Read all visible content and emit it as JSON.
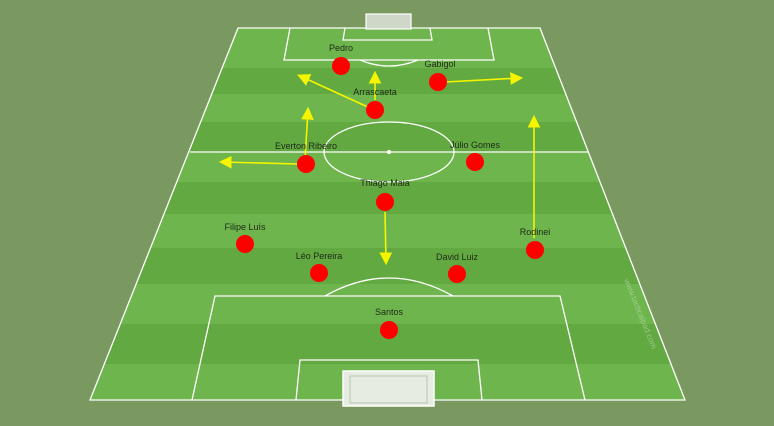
{
  "colors": {
    "background": "#7a9960",
    "pitch_dark": "#5fa83e",
    "pitch_light": "#72b852",
    "lines": "#ffffff",
    "player": "#ff0000",
    "arrow": "#f5f500",
    "label": "#1f2a18"
  },
  "players": [
    {
      "id": "pedro",
      "name": "Pedro"
    },
    {
      "id": "gabigol",
      "name": "Gabigol"
    },
    {
      "id": "arrascaeta",
      "name": "Arrascaeta"
    },
    {
      "id": "everton-ribeiro",
      "name": "Everton Ribeiro"
    },
    {
      "id": "julio-gomes",
      "name": "Júlio Gomes"
    },
    {
      "id": "thiago-maia",
      "name": "Thiago Maia"
    },
    {
      "id": "filipe-luis",
      "name": "Filipe Luís"
    },
    {
      "id": "rodinei",
      "name": "Rodinei"
    },
    {
      "id": "leo-pereira",
      "name": "Léo Pereira"
    },
    {
      "id": "david-luiz",
      "name": "David Luiz"
    },
    {
      "id": "santos",
      "name": "Santos"
    }
  ],
  "watermark": "www.tacticalpad.com"
}
